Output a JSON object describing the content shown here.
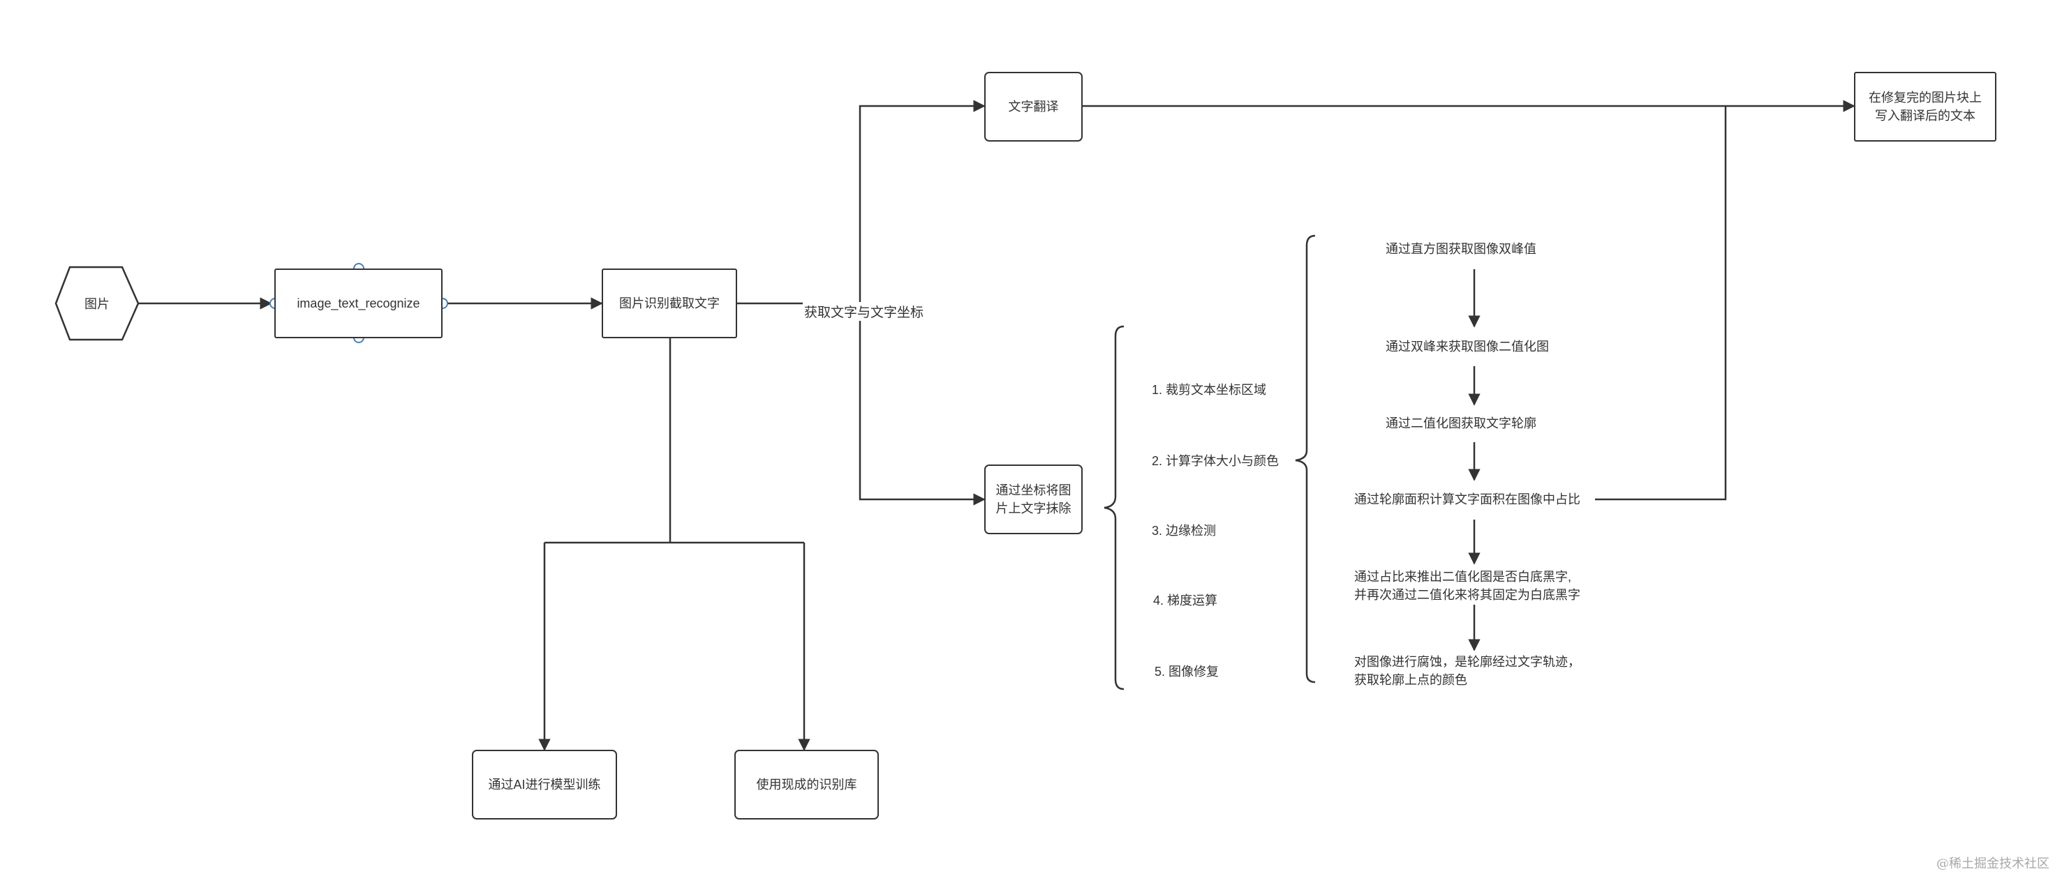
{
  "nodes": {
    "image": "图片",
    "recognize_module": "image_text_recognize",
    "ocr": "图片识别截取文字",
    "translate": "文字翻译",
    "write_back": "在修复完的图片块上\n写入翻译后的文本",
    "erase": "通过坐标将图\n片上文字抹除",
    "ai_training": "通过AI进行模型训练",
    "existing_lib": "使用现成的识别库"
  },
  "edge_labels": {
    "text_and_coords": "获取文字与文字坐标"
  },
  "erase_steps": [
    "1. 裁剪文本坐标区域",
    "2. 计算字体大小与颜色",
    "3. 边缘检测",
    "4. 梯度运算",
    "5. 图像修复"
  ],
  "color_steps": [
    "通过直方图获取图像双峰值",
    "通过双峰来获取图像二值化图",
    "通过二值化图获取文字轮廓",
    "通过轮廓面积计算文字面积在图像中占比",
    "通过占比来推出二值化图是否白底黑字,\n并再次通过二值化来将其固定为白底黑字",
    "对图像进行腐蚀，是轮廓经过文字轨迹，\n获取轮廓上点的颜色"
  ],
  "watermark": "@稀土掘金技术社区",
  "colors": {
    "stroke": "#333333",
    "port": "#4a7fb5"
  }
}
